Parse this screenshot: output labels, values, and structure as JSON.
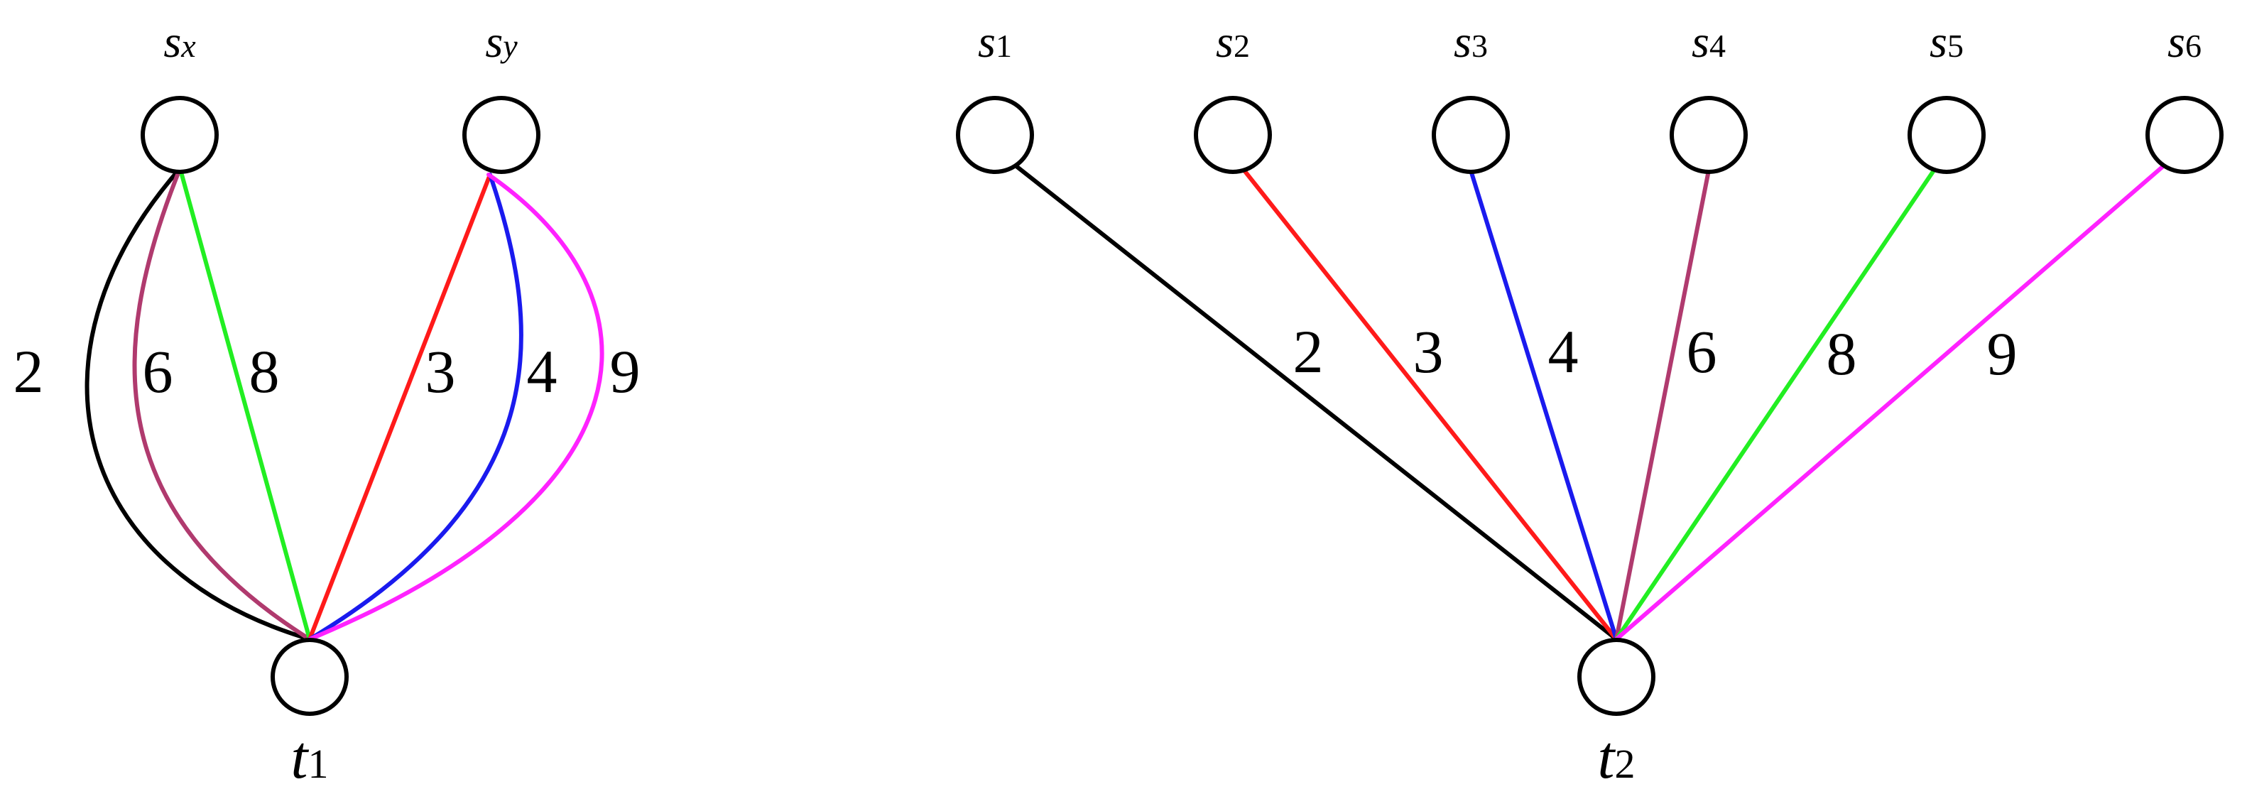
{
  "left_graph": {
    "sources": [
      {
        "id": "sx",
        "label": "s",
        "subscript": "x"
      },
      {
        "id": "sy",
        "label": "s",
        "subscript": "y"
      }
    ],
    "target": {
      "id": "t1",
      "label": "t",
      "subscript": "1"
    },
    "edges": [
      {
        "from": "sx",
        "weight": "2",
        "color": "#000000"
      },
      {
        "from": "sx",
        "weight": "6",
        "color": "#b03a6e"
      },
      {
        "from": "sx",
        "weight": "8",
        "color": "#22ee22"
      },
      {
        "from": "sy",
        "weight": "3",
        "color": "#ff1a1a"
      },
      {
        "from": "sy",
        "weight": "4",
        "color": "#1a1aee"
      },
      {
        "from": "sy",
        "weight": "9",
        "color": "#ff22ff"
      }
    ]
  },
  "right_graph": {
    "sources": [
      {
        "id": "s1",
        "label": "s",
        "subscript": "1"
      },
      {
        "id": "s2",
        "label": "s",
        "subscript": "2"
      },
      {
        "id": "s3",
        "label": "s",
        "subscript": "3"
      },
      {
        "id": "s4",
        "label": "s",
        "subscript": "4"
      },
      {
        "id": "s5",
        "label": "s",
        "subscript": "5"
      },
      {
        "id": "s6",
        "label": "s",
        "subscript": "6"
      }
    ],
    "target": {
      "id": "t2",
      "label": "t",
      "subscript": "2"
    },
    "edges": [
      {
        "from": "s1",
        "weight": "2",
        "color": "#000000"
      },
      {
        "from": "s2",
        "weight": "3",
        "color": "#ff1a1a"
      },
      {
        "from": "s3",
        "weight": "4",
        "color": "#1a1aee"
      },
      {
        "from": "s4",
        "weight": "6",
        "color": "#b03a6e"
      },
      {
        "from": "s5",
        "weight": "8",
        "color": "#22ee22"
      },
      {
        "from": "s6",
        "weight": "9",
        "color": "#ff22ff"
      }
    ]
  }
}
